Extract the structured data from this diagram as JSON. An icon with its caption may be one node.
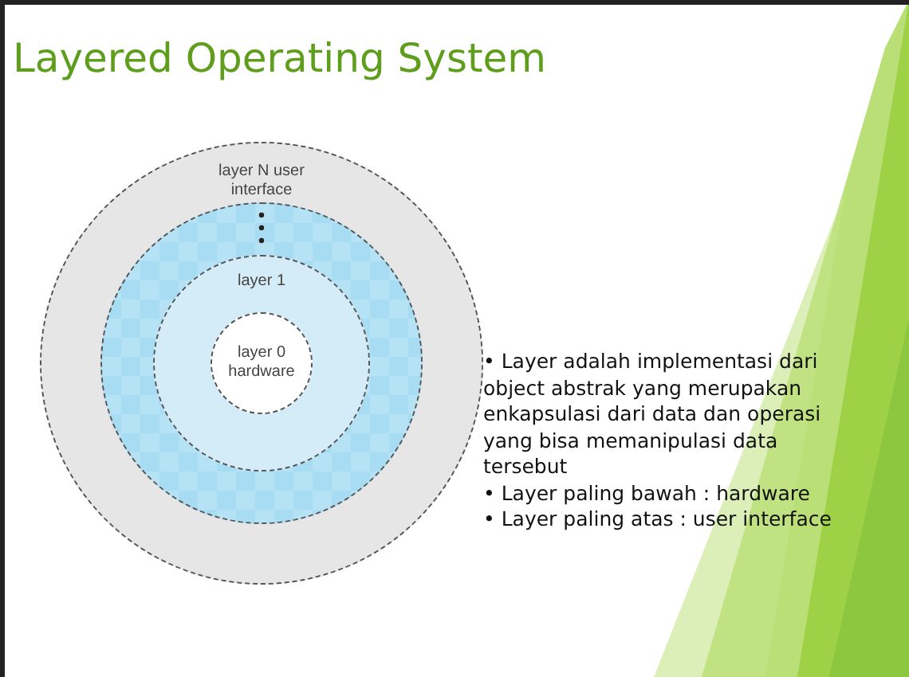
{
  "diagram": {
    "title": "Layered Operating System",
    "nodes": [
      {
        "text": [
          "layer N user interface"
        ]
      },
      {
        "text": [],
        "shape": "circle",
        "in": 0
      },
      {
        "text": [
          "layer 1"
        ],
        "in": 1
      },
      {
        "text": [
          "layer 0 hardware"
        ],
        "in": 2
      }
    ],
    "labels": [
      "• Layer adalah implementasi dari object abstrak yang merupakan enkapsulasi dari data dan operasi yang bisa memanipulasi data tersebut",
      "• Layer paling bawah : hardware",
      "• Layer paling atas : user interface"
    ]
  }
}
